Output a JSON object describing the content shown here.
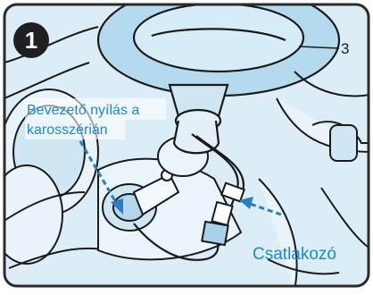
{
  "figure": {
    "step_number": "1",
    "callouts": {
      "part_number": "3",
      "inlet_label": [
        "Bevezető nyílás a",
        "karosszérián"
      ],
      "connector_label": "Csatlakozó"
    }
  },
  "colors": {
    "illustration_fill": "#dcedf7",
    "illustration_fill_dark": "#a9d2ea",
    "line_art": "#1a1a1a",
    "callout_text": "#1e88c8",
    "arrow": "#2a7fc0",
    "border": "#2b2b2b",
    "badge": "#1f1f1f"
  }
}
